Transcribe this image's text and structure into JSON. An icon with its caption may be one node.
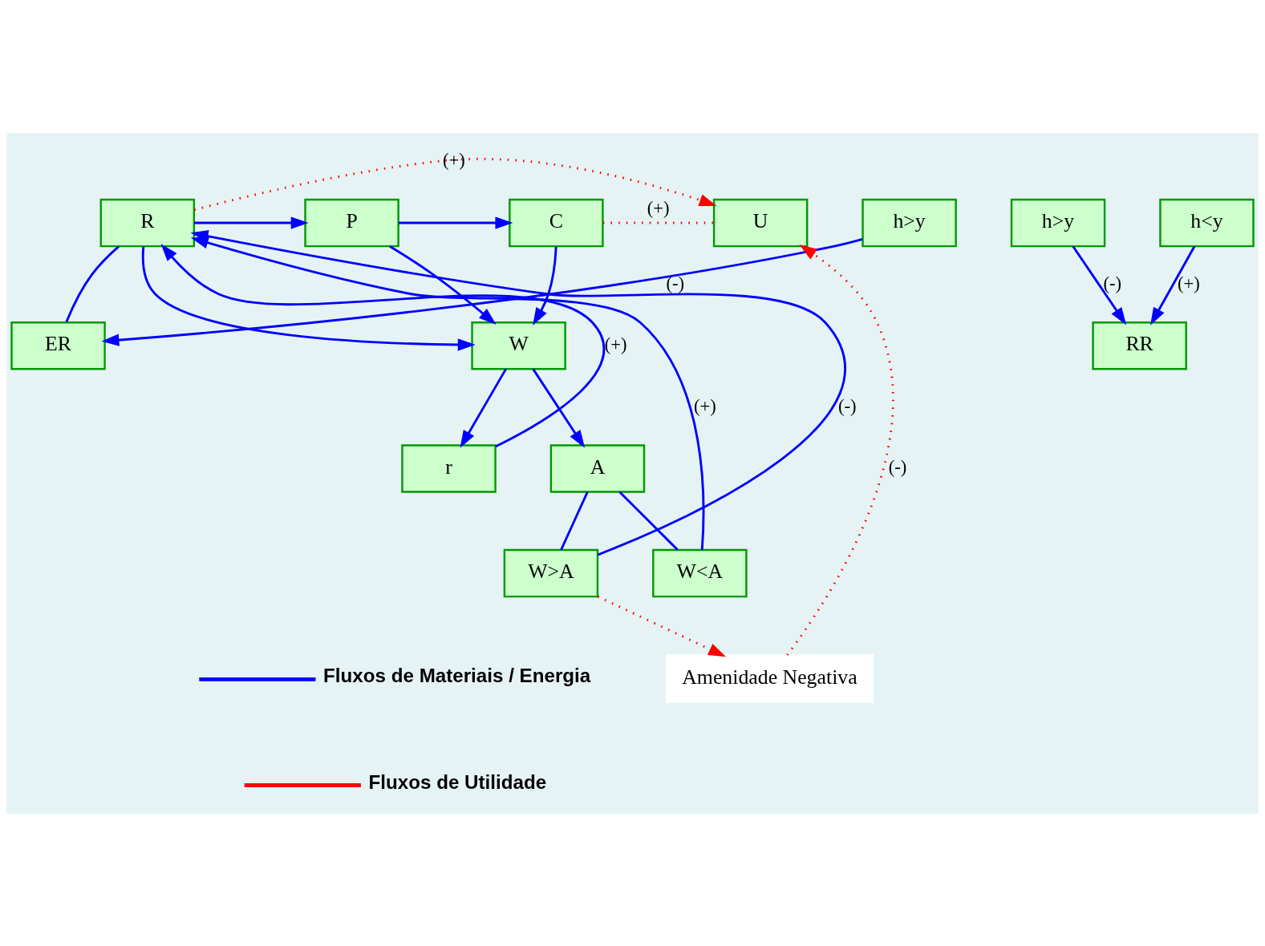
{
  "diagram": {
    "nodes": [
      {
        "text": [
          "R"
        ]
      },
      {
        "text": [
          "P"
        ]
      },
      {
        "text": [
          "C"
        ]
      },
      {
        "text": [
          "U"
        ]
      },
      {
        "text": [
          "ER"
        ]
      },
      {
        "text": [
          "h>y"
        ]
      },
      {
        "text": [
          "RR"
        ]
      },
      {
        "text": [
          "h>y"
        ]
      },
      {
        "text": [
          "h<y"
        ]
      },
      {
        "text": [
          "W"
        ]
      },
      {
        "text": [
          "r"
        ]
      },
      {
        "text": [
          "A"
        ]
      },
      {
        "text": [
          "W<A"
        ]
      },
      {
        "text": [
          "W>A"
        ]
      },
      {
        "text": [
          "Amenidade Negativa"
        ]
      }
    ],
    "edges": [
      {
        "from": 0,
        "to": 1,
        "arrow": "to"
      },
      {
        "from": 1,
        "to": 2,
        "arrow": "to"
      },
      {
        "from": 2,
        "to": 3,
        "arrow": "none",
        "label": "(+)",
        "style": "dashed",
        "color": "#ff0000"
      },
      {
        "from": 0,
        "to": 3,
        "arrow": "to",
        "label": "(+)",
        "style": "dashed",
        "color": "#ff0000"
      },
      {
        "from": 0,
        "to": 4,
        "arrow": "none"
      },
      {
        "from": 5,
        "to": 4,
        "arrow": "to",
        "label": "(-)"
      },
      {
        "from": 7,
        "to": 6,
        "arrow": "to",
        "label": "(-)"
      },
      {
        "from": 8,
        "to": 6,
        "arrow": "to",
        "label": "(+)"
      },
      {
        "from": 0,
        "to": 9,
        "arrow": "to"
      },
      {
        "from": 1,
        "to": 9,
        "arrow": "to"
      },
      {
        "from": 2,
        "to": 9,
        "arrow": "to"
      },
      {
        "from": 9,
        "to": 10,
        "arrow": "to"
      },
      {
        "from": 9,
        "to": 11,
        "arrow": "to"
      },
      {
        "from": 10,
        "to": 0,
        "arrow": "to",
        "label": "(+)"
      },
      {
        "from": 11,
        "to": 12,
        "arrow": "none"
      },
      {
        "from": 11,
        "to": 13,
        "arrow": "none"
      },
      {
        "from": 12,
        "to": 0,
        "arrow": "to",
        "label": "(+)"
      },
      {
        "from": 13,
        "to": 0,
        "arrow": "to",
        "label": "(-)"
      },
      {
        "from": 13,
        "to": 14,
        "arrow": "to",
        "style": "dashed",
        "color": "#ff0000"
      },
      {
        "from": 14,
        "to": 3,
        "arrow": "to",
        "label": "(-)",
        "style": "dashed",
        "color": "#ff0000"
      }
    ],
    "legend": [
      {
        "text": "Fluxos de Materiais / Energia"
      },
      {
        "text": "Fluxos de Utilidade"
      }
    ]
  }
}
